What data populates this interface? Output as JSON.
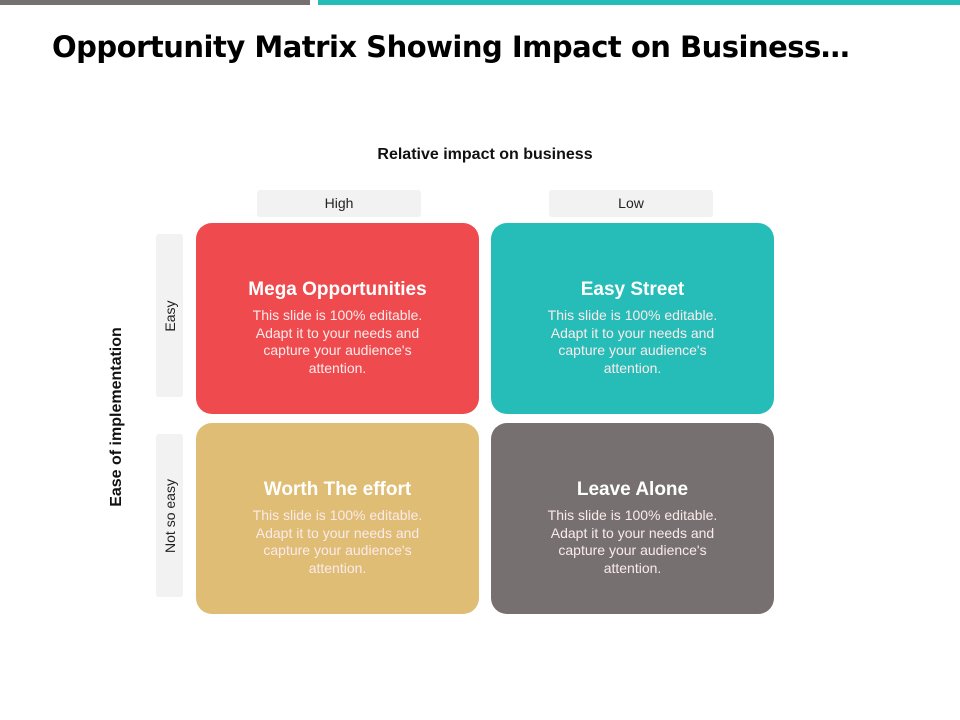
{
  "title": "Opportunity Matrix Showing Impact on Business…",
  "colors": {
    "top_bar_gray": "#767171",
    "top_bar_teal": "#26bdb9",
    "red": "#ef4b4f",
    "teal": "#26bdb9",
    "tan": "#dfbd74",
    "gray": "#767070"
  },
  "x_axis": {
    "title": "Relative impact on business",
    "columns": [
      "High",
      "Low"
    ]
  },
  "y_axis": {
    "title": "Ease of implementation",
    "rows": [
      "Easy",
      "Not so easy"
    ]
  },
  "quadrants": [
    {
      "title": "Mega Opportunities",
      "text": "This slide is 100% editable. Adapt it to your needs and capture your audience's attention."
    },
    {
      "title": "Easy Street",
      "text": "This slide is 100% editable. Adapt it to your needs and capture your audience's attention."
    },
    {
      "title": "Worth The effort",
      "text": "This slide is 100% editable. Adapt it to your needs and capture your audience's attention."
    },
    {
      "title": "Leave Alone",
      "text": "This slide is 100% editable. Adapt it to your needs and capture your audience's attention."
    }
  ]
}
